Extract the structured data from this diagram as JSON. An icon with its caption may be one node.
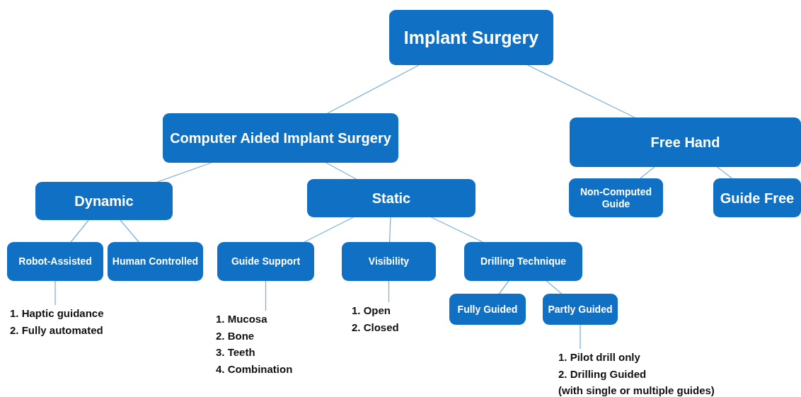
{
  "diagram": {
    "nodes": [
      {
        "text": [
          "Implant Surgery"
        ]
      },
      {
        "text": [
          "Computer Aided Implant Surgery"
        ]
      },
      {
        "text": [
          "Free Hand"
        ]
      },
      {
        "text": [
          "Dynamic"
        ]
      },
      {
        "text": [
          "Static"
        ]
      },
      {
        "text": [
          "Non-Computed Guide"
        ]
      },
      {
        "text": [
          "Guide Free"
        ]
      },
      {
        "text": [
          "Robot-Assisted"
        ]
      },
      {
        "text": [
          "Human Controlled"
        ]
      },
      {
        "text": [
          "Guide Support"
        ]
      },
      {
        "text": [
          "Visibility"
        ]
      },
      {
        "text": [
          "Drilling Technique"
        ]
      },
      {
        "text": [
          "Fully Guided"
        ]
      },
      {
        "text": [
          "Partly Guided"
        ]
      },
      {
        "text": [
          "1. Haptic guidance",
          "2. Fully automated"
        ]
      },
      {
        "text": [
          "1. Mucosa",
          "2. Bone",
          "3. Teeth",
          "4. Combination"
        ]
      },
      {
        "text": [
          "1. Open",
          "2. Closed"
        ]
      },
      {
        "text": [
          "1. Pilot drill only",
          "2. Drilling Guided",
          "(with single or multiple guides)"
        ]
      }
    ],
    "edges": [
      {
        "from": 0,
        "to": 1,
        "arrow": "none"
      },
      {
        "from": 0,
        "to": 2,
        "arrow": "none"
      },
      {
        "from": 1,
        "to": 3,
        "arrow": "none"
      },
      {
        "from": 1,
        "to": 4,
        "arrow": "none"
      },
      {
        "from": 2,
        "to": 5,
        "arrow": "none"
      },
      {
        "from": 2,
        "to": 6,
        "arrow": "none"
      },
      {
        "from": 3,
        "to": 7,
        "arrow": "none"
      },
      {
        "from": 3,
        "to": 8,
        "arrow": "none"
      },
      {
        "from": 4,
        "to": 9,
        "arrow": "none"
      },
      {
        "from": 4,
        "to": 10,
        "arrow": "none"
      },
      {
        "from": 4,
        "to": 11,
        "arrow": "none"
      },
      {
        "from": 7,
        "to": 14,
        "arrow": "none"
      },
      {
        "from": 9,
        "to": 15,
        "arrow": "none"
      },
      {
        "from": 10,
        "to": 16,
        "arrow": "none"
      },
      {
        "from": 11,
        "to": 12,
        "arrow": "none"
      },
      {
        "from": 11,
        "to": 13,
        "arrow": "none"
      },
      {
        "from": 13,
        "to": 17,
        "arrow": "none"
      }
    ]
  }
}
